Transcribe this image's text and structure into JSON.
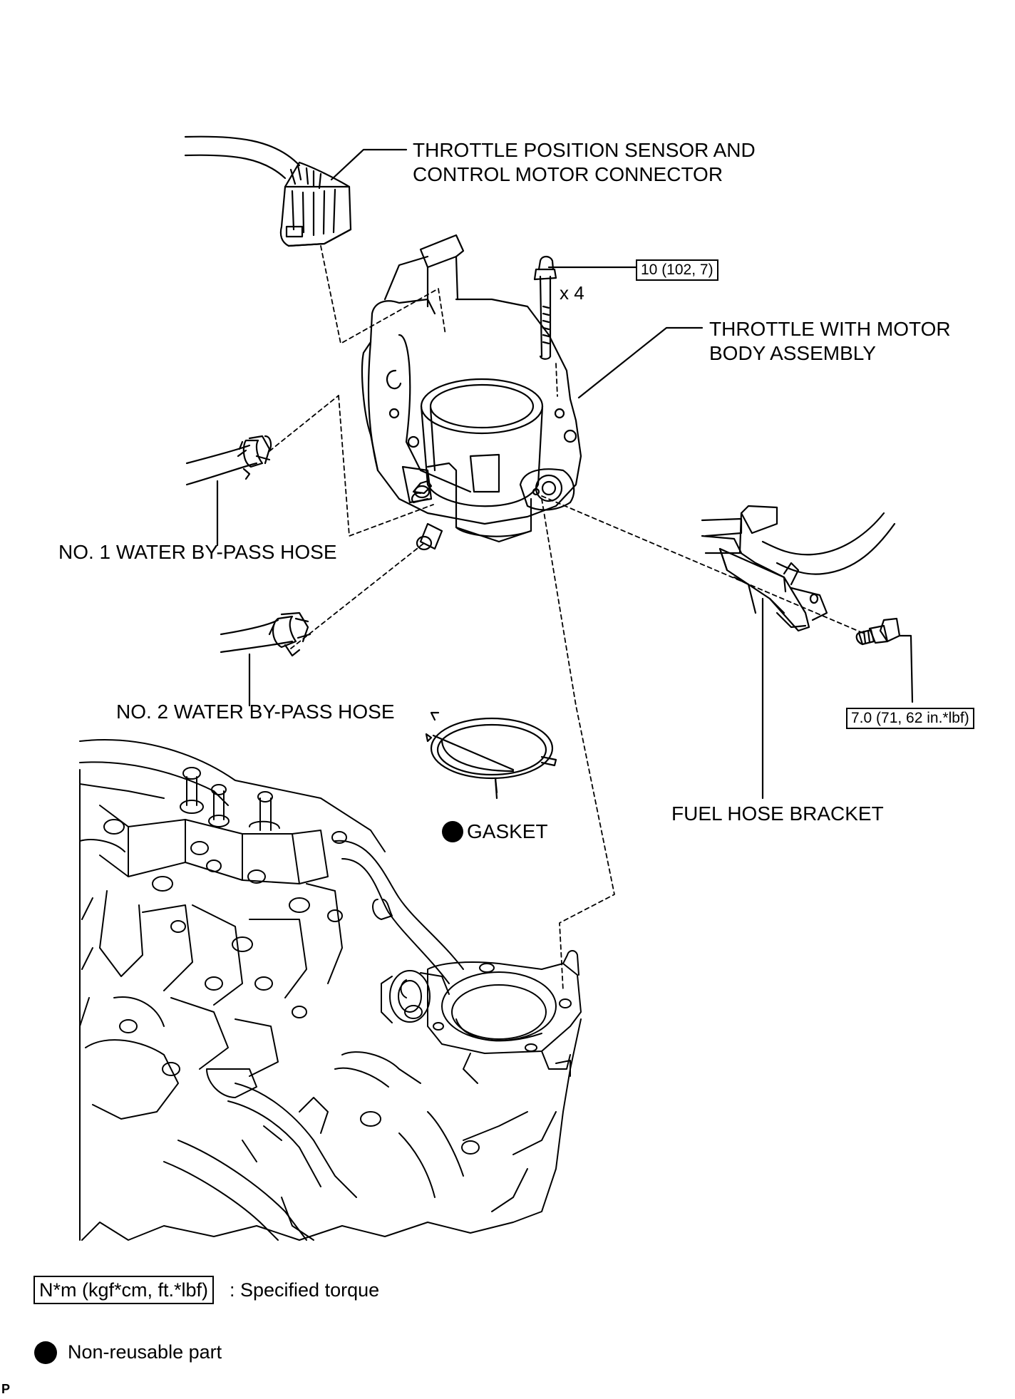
{
  "labels": {
    "connector_line1": "THROTTLE POSITION SENSOR AND",
    "connector_line2": "CONTROL MOTOR CONNECTOR",
    "throttle_line1": "THROTTLE WITH MOTOR",
    "throttle_line2": "BODY ASSEMBLY",
    "hose1": "NO. 1 WATER BY-PASS HOSE",
    "hose2": "NO. 2 WATER BY-PASS HOSE",
    "gasket": "GASKET",
    "fuel_bracket": "FUEL HOSE BRACKET",
    "bolt_qty": "x 4"
  },
  "torques": {
    "throttle_bolt": "10 (102, 7)",
    "bracket_bolt": "7.0 (71, 62 in.*lbf)"
  },
  "legend": {
    "torque_unit": "N*m (kgf*cm, ft.*lbf)",
    "torque_desc": ": Specified torque",
    "nonreusable_desc": "Non-reusable part"
  },
  "footer_mark": "P"
}
